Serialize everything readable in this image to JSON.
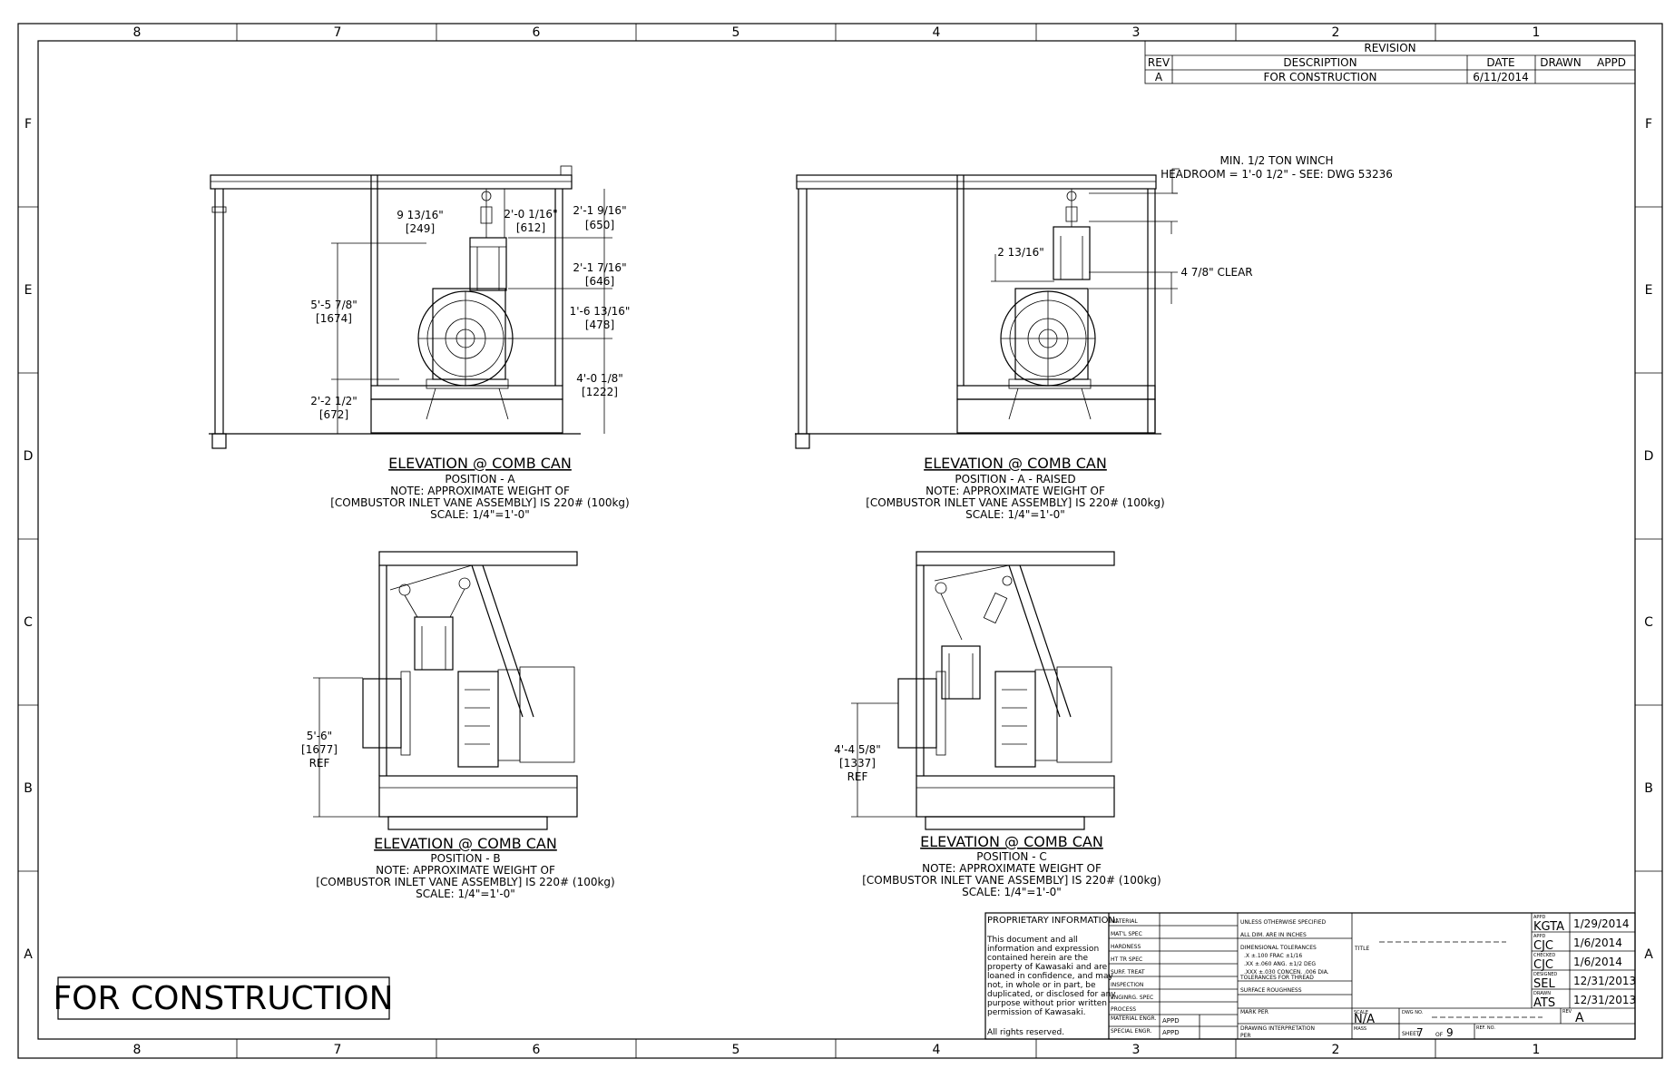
{
  "grid": {
    "cols_top": [
      "8",
      "7",
      "6",
      "5",
      "4",
      "3",
      "2",
      "1"
    ],
    "cols_bottom": [
      "8",
      "7",
      "6",
      "5",
      "4",
      "3",
      "2",
      "1"
    ],
    "rows_left": [
      "F",
      "E",
      "D",
      "C",
      "B",
      "A"
    ],
    "rows_right": [
      "F",
      "E",
      "D",
      "C",
      "B",
      "A"
    ]
  },
  "revision": {
    "title": "REVISION",
    "headers": [
      "REV",
      "DESCRIPTION",
      "DATE",
      "DRAWN",
      "APPD"
    ],
    "row": [
      "A",
      "FOR CONSTRUCTION",
      "6/11/2014",
      "",
      ""
    ]
  },
  "views": [
    {
      "title": "ELEVATION @ COMB CAN",
      "sub": "POSITION - A",
      "note1": "NOTE: APPROXIMATE WEIGHT OF",
      "note2": "[COMBUSTOR INLET VANE ASSEMBLY] IS 220# (100kg)",
      "scale": "SCALE: 1/4\"=1'-0\""
    },
    {
      "title": "ELEVATION @ COMB CAN",
      "sub": "POSITION - A  - RAISED",
      "note1": "NOTE: APPROXIMATE WEIGHT OF",
      "note2": "[COMBUSTOR INLET VANE ASSEMBLY] IS 220# (100kg)",
      "scale": "SCALE: 1/4\"=1'-0\""
    },
    {
      "title": "ELEVATION @ COMB CAN",
      "sub": "POSITION - B",
      "note1": "NOTE: APPROXIMATE WEIGHT OF",
      "note2": "[COMBUSTOR INLET VANE ASSEMBLY] IS 220# (100kg)",
      "scale": "SCALE: 1/4\"=1'-0\""
    },
    {
      "title": "ELEVATION @ COMB CAN",
      "sub": "POSITION - C",
      "note1": "NOTE: APPROXIMATE WEIGHT OF",
      "note2": "[COMBUSTOR INLET VANE ASSEMBLY] IS 220# (100kg)",
      "scale": "SCALE: 1/4\"=1'-0\""
    }
  ],
  "dims_a": {
    "d1a": "9 13/16\"",
    "d1b": "[249]",
    "d2a": "2'-0 1/16\"",
    "d2b": "[612]",
    "d3a": "2'-1 9/16\"",
    "d3b": "[650]",
    "d4a": "2'-1 7/16\"",
    "d4b": "[646]",
    "d5a": "5'-5 7/8\"",
    "d5b": "[1674]",
    "d6a": "1'-6 13/16\"",
    "d6b": "[478]",
    "d7a": "4'-0 1/8\"",
    "d7b": "[1222]",
    "d8a": "2'-2 1/2\"",
    "d8b": "[672]"
  },
  "dims_raised": {
    "winch1": "MIN. 1/2 TON WINCH",
    "winch2": "HEADROOM = 1'-0 1/2\" - SEE: DWG 53236",
    "d1": "2 13/16\"",
    "clear": "4 7/8\" CLEAR"
  },
  "dims_b": {
    "a": "5'-6\"",
    "b": "[1677]",
    "c": "REF"
  },
  "dims_c": {
    "a": "4'-4 5/8\"",
    "b": "[1337]",
    "c": "REF"
  },
  "stamp": "FOR CONSTRUCTION",
  "title_block": {
    "prop_head": "PROPRIETARY INFORMATION:",
    "prop_lines": [
      "This document and all",
      "information and expression",
      "contained herein are the",
      "property of Kawasaki and are",
      "loaned in confidence, and may",
      "not, in whole or in part, be",
      "duplicated, or disclosed for any",
      "purpose without prior written",
      "permission of Kawasaki."
    ],
    "rights": "All rights reserved.",
    "mat_labels": [
      "MATERIAL",
      "MAT'L SPEC",
      "HARDNESS",
      "HT TR SPEC",
      "SURF. TREAT",
      "INSPECTION",
      "ENGINRG. SPEC",
      "PROCESS",
      "MATERIAL ENGR.",
      "SPECIAL ENGR."
    ],
    "appd1": "APPD",
    "appd2": "APPD",
    "tol": [
      "UNLESS OTHERWISE SPECIFIED",
      "ALL DIM. ARE IN INCHES",
      "DIMENSIONAL TOLERANCES",
      ".X ±.100 FRAC ±1/16",
      ".XX ±.060 ANG. ±1/2 DEG",
      ".XXX ±.030 CONCEN. .006 DIA.",
      "TOLERANCES FOR THREAD",
      "SURFACE ROUGHNESS"
    ],
    "mark_per": "MARK PER",
    "drawing_interp": "DRAWING INTERPRETATION",
    "per": "PER",
    "title_label": "TITLE",
    "scale_label": "SCALE",
    "scale_val": "N/A",
    "dwg_label": "DWG NO.",
    "rev_label": "REV",
    "rev_val": "A",
    "mass_label": "MASS",
    "sheet_label": "SHEET",
    "sheet_num": "7",
    "of_label": "OF",
    "sheet_total": "9",
    "ref_label": "REF. NO.",
    "sigs": [
      {
        "role": "APPD",
        "name": "KGTA",
        "date": "1/29/2014"
      },
      {
        "role": "APPD",
        "name": "CJC",
        "date": "1/6/2014"
      },
      {
        "role": "CHECKED",
        "name": "CJC",
        "date": "1/6/2014"
      },
      {
        "role": "DESIGNED",
        "name": "SEL",
        "date": "12/31/2013"
      },
      {
        "role": "DRAWN",
        "name": "ATS",
        "date": "12/31/2013"
      }
    ]
  }
}
